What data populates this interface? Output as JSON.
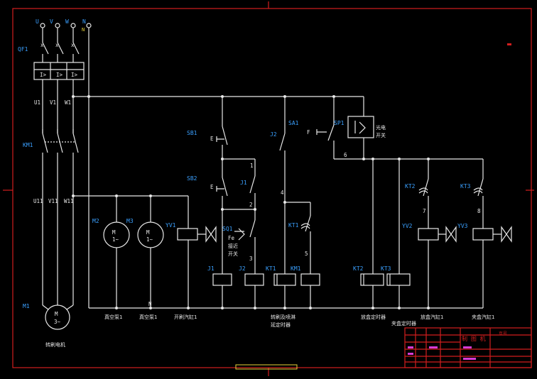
{
  "labels": {
    "phase_u": "U",
    "phase_v": "V",
    "phase_w": "W",
    "phase_n": "N",
    "phase_n2": "N",
    "qf1": "QF1",
    "u1": "U1",
    "v1": "V1",
    "w1": "W1",
    "km1_main": "KM1",
    "u11": "U11",
    "v11": "V11",
    "w11": "W11",
    "m1": "M1",
    "m1_sym": "M",
    "m1_sub": "3~",
    "m1_desc": "转刷电机",
    "m2": "M2",
    "m3": "M3",
    "m_sym": "M",
    "m_sub": "1~",
    "yv1": "YV1",
    "yv1_desc": "开刷汽缸1",
    "pump1": "真空泵1",
    "pump2": "真空泵1",
    "n_tag": "N",
    "sb1": "SB1",
    "sb1_note": "E",
    "sb2": "SB2",
    "sb2_note": "E",
    "j1": "J1",
    "j2": "J2",
    "sq1": "SQ1",
    "sq1_note": "Fe",
    "sq1_desc1": "接近",
    "sq1_desc2": "开关",
    "n1": "1",
    "n2": "2",
    "n3": "3",
    "n4": "4",
    "n5": "5",
    "n6": "6",
    "n7": "7",
    "n8": "8",
    "sa1": "SA1",
    "sa1_note": "F",
    "sp1": "SP1",
    "sp1_desc1": "光电",
    "sp1_desc2": "开关",
    "kt1": "KT1",
    "kt2": "KT2",
    "kt3": "KT3",
    "coil_j1": "J1",
    "coil_j2": "J2",
    "coil_kt1": "KT1",
    "coil_km1": "KM1",
    "coil_kt2": "KT2",
    "coil_kt3": "KT3",
    "yv2": "YV2",
    "yv3": "YV3",
    "desc_kt1a": "转刷及喷淋",
    "desc_kt1b": "延定时器",
    "desc_kt2": "放盒定时器",
    "desc_kt3": "夹盒定时器",
    "desc_yv2": "放盒汽缸1",
    "desc_yv3": "夹盒汽缸1"
  },
  "title_block": {
    "name": "制 图 机",
    "sheet": "页号"
  },
  "colors": {
    "wire": "#e8e8e8",
    "frame": "#d21e1e",
    "label": "#3aa0ff",
    "background": "#000000"
  }
}
